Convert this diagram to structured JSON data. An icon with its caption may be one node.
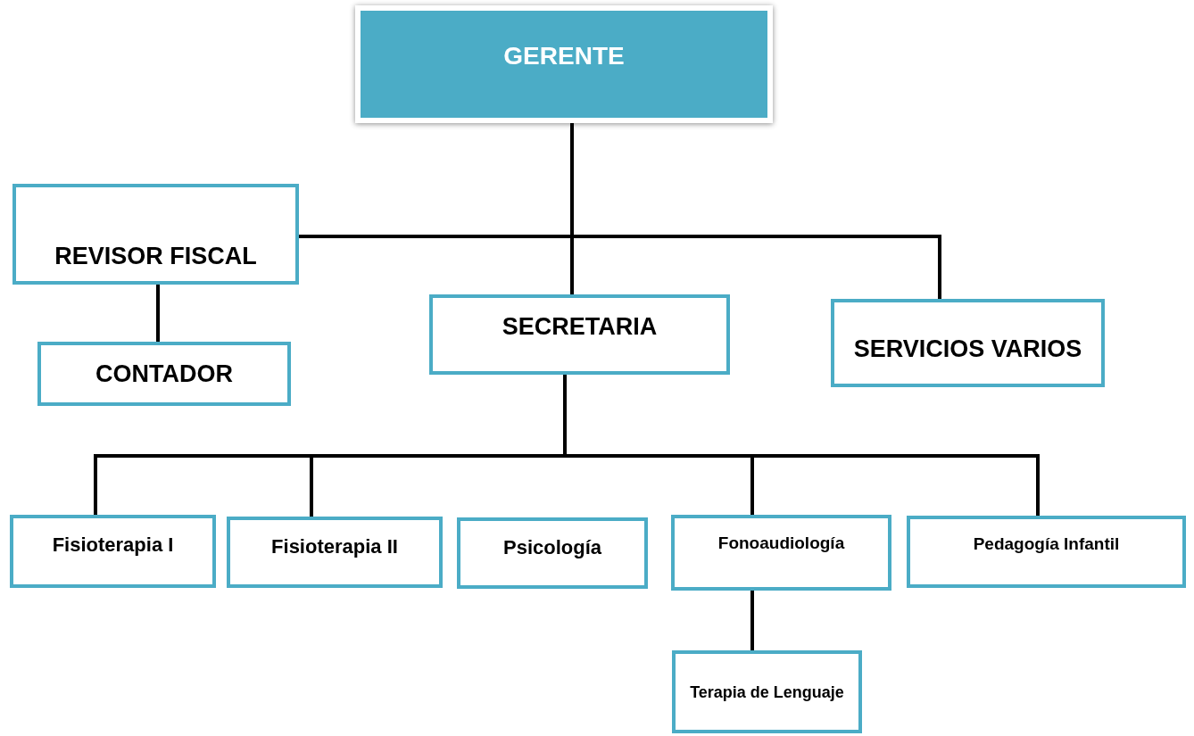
{
  "diagram": {
    "nodes": [
      {
        "text": [
          "GERENTE"
        ]
      },
      {
        "text": [
          "REVISOR FISCAL"
        ]
      },
      {
        "text": [
          "CONTADOR"
        ]
      },
      {
        "text": [
          "SECRETARIA"
        ]
      },
      {
        "text": [
          "SERVICIOS VARIOS"
        ]
      },
      {
        "text": [
          "Fisioterapia I"
        ]
      },
      {
        "text": [
          "Fisioterapia II"
        ]
      },
      {
        "text": [
          "Psicología"
        ]
      },
      {
        "text": [
          "Fonoaudiología"
        ]
      },
      {
        "text": [
          "Pedagogía Infantil"
        ]
      },
      {
        "text": [
          "Terapia de Lenguaje"
        ]
      }
    ],
    "edges": [
      {
        "from": 0,
        "to": 1,
        "arrow": "none"
      },
      {
        "from": 0,
        "to": 3,
        "arrow": "none"
      },
      {
        "from": 0,
        "to": 4,
        "arrow": "none"
      },
      {
        "from": 1,
        "to": 2,
        "arrow": "none"
      },
      {
        "from": 3,
        "to": 5,
        "arrow": "none"
      },
      {
        "from": 3,
        "to": 6,
        "arrow": "none"
      },
      {
        "from": 3,
        "to": 8,
        "arrow": "none"
      },
      {
        "from": 3,
        "to": 9,
        "arrow": "none"
      },
      {
        "from": 8,
        "to": 10,
        "arrow": "none"
      }
    ]
  }
}
